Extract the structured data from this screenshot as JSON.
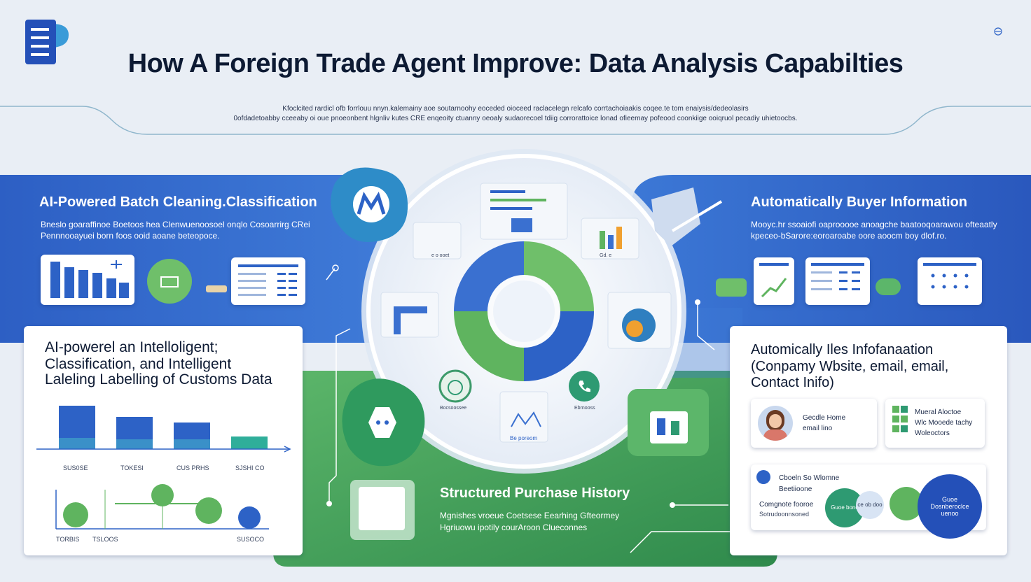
{
  "title": "How A Foreign Trade Agent Improve: Data Analysis Capabilties",
  "subtitle_line1": "Kfoclcited rardicl ofb forrlouu nnyn.kalemainy aoe soutarnoohy eoceded oioceed raclacelegn relcafo corrtachoiaakis coqee.te tom enaiysis/dedeolasirs",
  "subtitle_line2": "0ofdadetoabby cceeaby oi oue pnoeonbent hlgnliv kutes CRE enqeoity ctuanny oeoaly sudaorecoel tdiig corrorattoice lonad ofieemay pofeood coonkiige ooiqruol pecadiy uhietoocbs.",
  "left_section": {
    "title": "AI-Powered Batch Cleaning.Classification",
    "desc_line1": "Bneslo goaraffinoe Boetoos hea Clenwuenoosoel onqlo Cosoarrirg CRei",
    "desc_line2": "Pennnooayuei born foos ooid aoane beteopoce."
  },
  "right_section": {
    "title": "Automatically Buyer Information",
    "desc_line1": "Mooyc.hr ssoaiofi oaprooooe anoagche baatooqoarawou ofteaatly",
    "desc_line2": "kpeceo-bSarore:eoroaroabe oore aoocm boy dlof.ro."
  },
  "left_panel": {
    "title_line1": "AI-powerel an Intelloligent;",
    "title_line2": "Classification, and Intelligent",
    "title_line3": "Laleling Labelling of Customs Data",
    "bar_labels": [
      "SUS0SE",
      "TOKESI",
      "CUS PRHS",
      "SJSHI CO"
    ],
    "dot_labels": [
      "TORBIS",
      "TSLOOS",
      "SUSOCO"
    ]
  },
  "right_panel": {
    "title_line1": "Automically Iles Infofanaation",
    "title_line2": "(Conpamy Wbsite, email,  email,",
    "title_line3": "Contact Inifo)",
    "card1_line1": "Gecdle Home",
    "card1_line2": "email lino",
    "card2_line1": "Mueral Aloctoe",
    "card2_line2": "Wlc Mooede tachy",
    "card2_line3": "Woleoctors",
    "card3_line1": "Cboeln So Wlomne",
    "card3_line2": "Beetiioone",
    "card3_line3": "Comgnote fooroe",
    "card3_line4": "Sotrudoonnsoned",
    "bubble1": "Guoe bono",
    "bubble2": "ce ob doo",
    "bubble3": "Guoe Dosnberoclce uenoo"
  },
  "bottom_section": {
    "title": "Structured Purchase History",
    "desc_line1": "Mgnishes vroeue Coetsese Eearhing Gfteormey",
    "desc_line2": "Hgriuowu ipotily courAroon Clueconnes"
  },
  "center": {
    "phone_label1": "Bocsoossee",
    "phone_label2": "Ebrnooss",
    "chart_label": "Be poreom",
    "left_card_label": "e o ooet",
    "right_card_label": "Gd. e"
  },
  "colors": {
    "blue": "#2f66c8",
    "green": "#4fa85e",
    "navy": "#1f4aa6"
  }
}
